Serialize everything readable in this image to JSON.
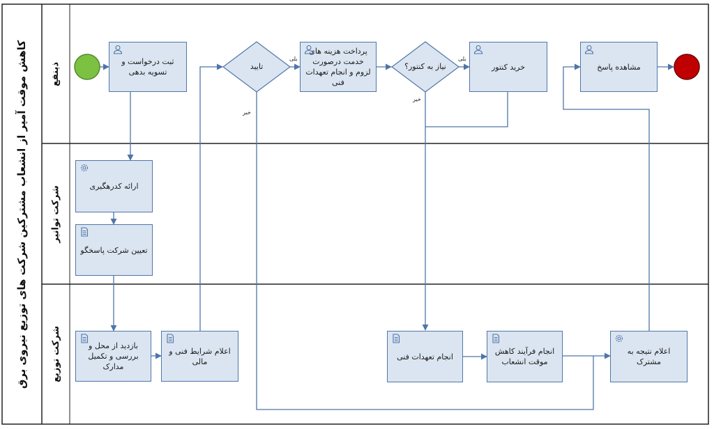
{
  "pool": {
    "title": "کاهش موقت آمپر از انشعاب مشترکین شرکت های توزیع نیروی برق"
  },
  "lanes": {
    "customer": "ذینفع",
    "tavanir": "شرکت توانیر",
    "distribution": "شرکت توزیع"
  },
  "tasks": {
    "register_request": "ثبت درخواست و تسویه بدهی",
    "pay_costs": "پرداخت هزینه های خدمت درصورت لزوم و انجام تعهدات فنی",
    "buy_meter": "خرید کنتور",
    "view_response": "مشاهده پاسخ",
    "tracking_code": "ارائه کدرهگیری",
    "assign_company": "تعیین شرکت پاسخگو",
    "site_visit": "بازدید از محل و بررسی و تکمیل مدارک",
    "announce_terms": "اعلام شرایط فنی و مالی",
    "technical_obligations": "انجام تعهدات فنی",
    "reduction_process": "انجام فرآیند کاهش موقت انشعاب",
    "announce_result": "اعلام نتیجه به مشترک"
  },
  "gateways": {
    "approval": "تایید",
    "meter_needed": "نیاز به کنتور؟"
  },
  "flow_labels": {
    "yes_1": "بلی",
    "no_1": "خیر",
    "yes_2": "بلی",
    "no_2": "خیر"
  },
  "colors": {
    "task_fill": "#dbe5f1",
    "task_border": "#4f75a8",
    "start_event": "#7cc142",
    "end_event": "#c00000",
    "connector": "#4f75a8"
  }
}
